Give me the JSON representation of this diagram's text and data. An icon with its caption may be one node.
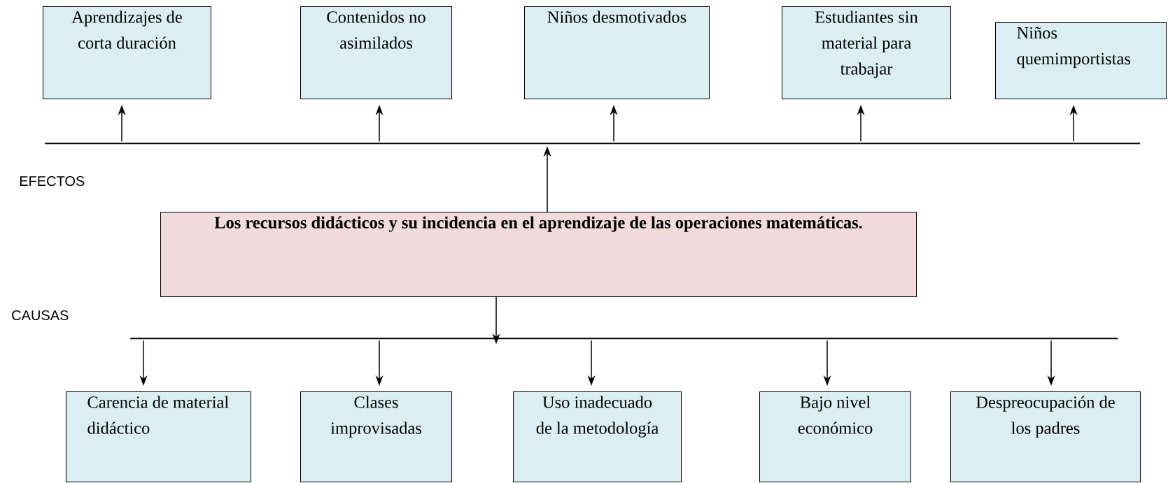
{
  "diagram": {
    "nodes": [
      {
        "text": [
          "Aprendizajes de corta duración"
        ]
      },
      {
        "text": [
          "Contenidos no asimilados"
        ]
      },
      {
        "text": [
          "Niños desmotivados"
        ]
      },
      {
        "text": [
          "Estudiantes sin material para trabajar"
        ]
      },
      {
        "text": [
          "Niños quemimportistas"
        ]
      },
      {
        "text": [],
        "shape": "bar"
      },
      {
        "text": [
          "Los recursos didácticos y su incidencia en el aprendizaje de las operaciones matemáticas."
        ]
      },
      {
        "text": [],
        "shape": "bar"
      },
      {
        "text": [
          "Carencia de material didáctico"
        ]
      },
      {
        "text": [
          "Clases improvisadas"
        ]
      },
      {
        "text": [
          "Uso inadecuado de la metodología"
        ]
      },
      {
        "text": [
          "Bajo nivel económico"
        ]
      },
      {
        "text": [
          "Despreocupación de los padres"
        ]
      }
    ],
    "edges": [
      {
        "from": 5,
        "to": 0,
        "arrow": "to"
      },
      {
        "from": 5,
        "to": 1,
        "arrow": "to"
      },
      {
        "from": 5,
        "to": 2,
        "arrow": "to"
      },
      {
        "from": 5,
        "to": 3,
        "arrow": "to"
      },
      {
        "from": 5,
        "to": 4,
        "arrow": "to"
      },
      {
        "from": 6,
        "to": 5,
        "arrow": "to"
      },
      {
        "from": 6,
        "to": 7,
        "arrow": "to"
      },
      {
        "from": 7,
        "to": 8,
        "arrow": "to"
      },
      {
        "from": 7,
        "to": 9,
        "arrow": "to"
      },
      {
        "from": 7,
        "to": 10,
        "arrow": "to"
      },
      {
        "from": 7,
        "to": 11,
        "arrow": "to"
      },
      {
        "from": 7,
        "to": 12,
        "arrow": "to"
      }
    ],
    "labels": [
      "EFECTOS",
      "CAUSAS"
    ]
  }
}
